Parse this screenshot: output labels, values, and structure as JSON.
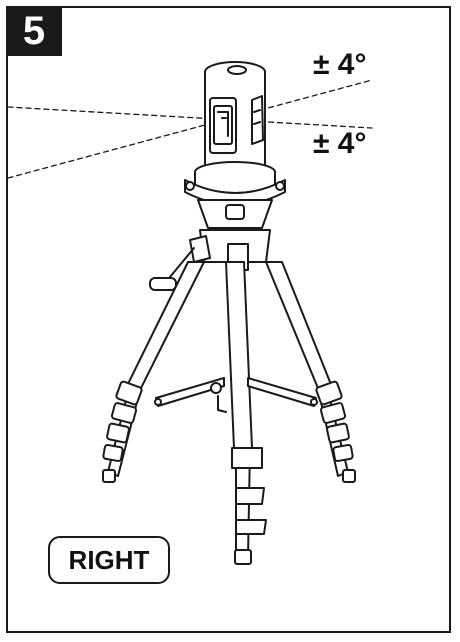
{
  "step_number": "5",
  "angle_upper": "± 4°",
  "angle_lower": "± 4°",
  "side_label": "RIGHT",
  "colors": {
    "line": "#1a1a1a",
    "background": "#ffffff"
  },
  "icons": [
    "laser-level-icon",
    "tripod-icon"
  ]
}
